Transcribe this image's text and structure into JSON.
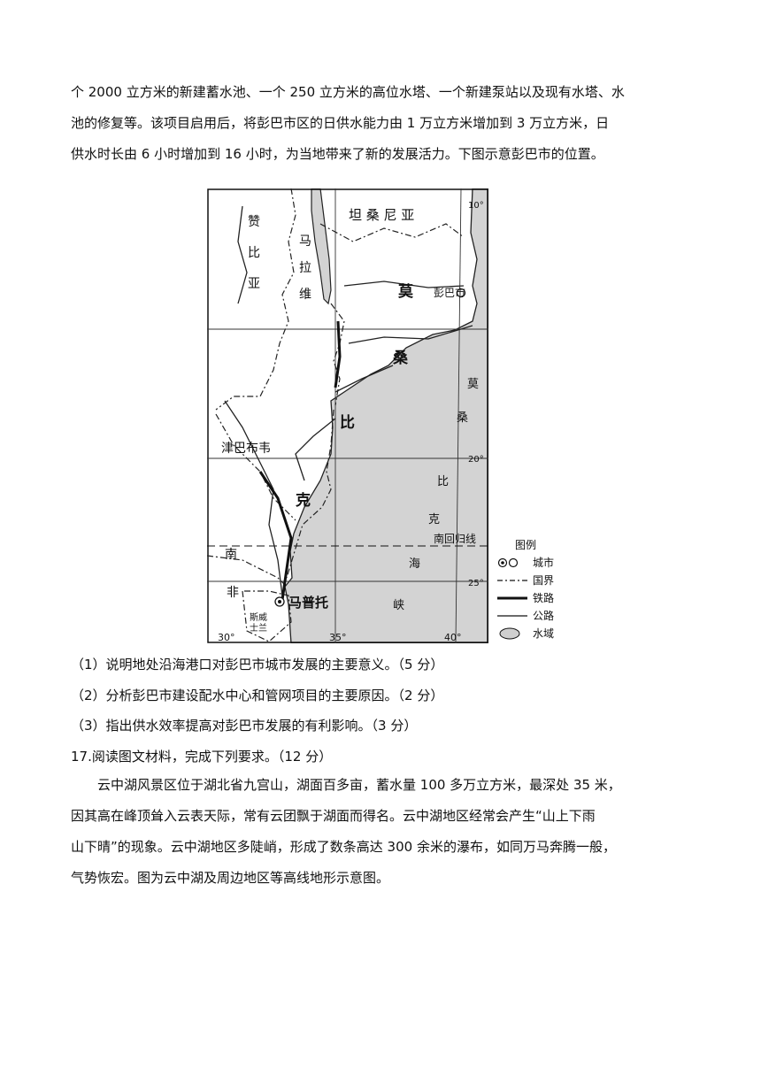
{
  "intro": {
    "lines": [
      "个 2000 立方米的新建蓄水池、一个 250 立方米的高位水塔、一个新建泵站以及现有水塔、水",
      "池的修复等。该项目启用后，将彭巴市区的日供水能力由 1 万立方米增加到 3 万立方米，日",
      "供水时长由 6 小时增加到 16 小时，为当地带来了新的发展活力。下图示意彭巴市的位置。"
    ]
  },
  "map": {
    "labels": {
      "tanzania": "坦 桑 尼 亚",
      "zambia_1": "赞",
      "zambia_2": "比",
      "zambia_3": "亚",
      "malawi_1": "马",
      "malawi_2": "拉",
      "malawi_3": "维",
      "moz_mo": "莫",
      "moz_sang": "桑",
      "moz_bi": "比",
      "moz_ke": "克",
      "pemba": "彭巴市",
      "zimbabwe": "津巴布韦",
      "sa_nan": "南",
      "sa_fei": "非",
      "maputo": "马普托",
      "swaziland_1": "斯威",
      "swaziland_2": "士兰",
      "channel_1": "莫",
      "channel_2": "桑",
      "channel_3": "比",
      "channel_4": "克",
      "channel_5": "海",
      "channel_6": "峡",
      "tropic": "南回归线",
      "lat10": "10°",
      "lat20": "20°",
      "lat25": "25°",
      "lon30": "30°",
      "lon35": "35°",
      "lon40": "40°"
    },
    "legend": {
      "title": "图例",
      "items": [
        "城市",
        "国界",
        "铁路",
        "公路",
        "水域"
      ]
    }
  },
  "questions": [
    "（1）说明地处沿海港口对彭巴市城市发展的主要意义。（5 分）",
    "（2）分析彭巴市建设配水中心和管网项目的主要原因。（2 分）",
    "（3）指出供水效率提高对彭巴市发展的有利影响。（3 分）"
  ],
  "q17": {
    "title": "17.阅读图文材料，完成下列要求。（12 分）",
    "lines": [
      "云中湖风景区位于湖北省九宫山，湖面百多亩，蓄水量 100 多万立方米，最深处 35 米，",
      "因其高在峰顶耸入云表天际，常有云团飘于湖面而得名。云中湖地区经常会产生“山上下雨",
      "山下晴”的现象。云中湖地区多陡峭，形成了数条高达 300 余米的瀑布，如同万马奔腾一般，",
      "气势恢宏。图为云中湖及周边地区等高线地形示意图。"
    ]
  }
}
